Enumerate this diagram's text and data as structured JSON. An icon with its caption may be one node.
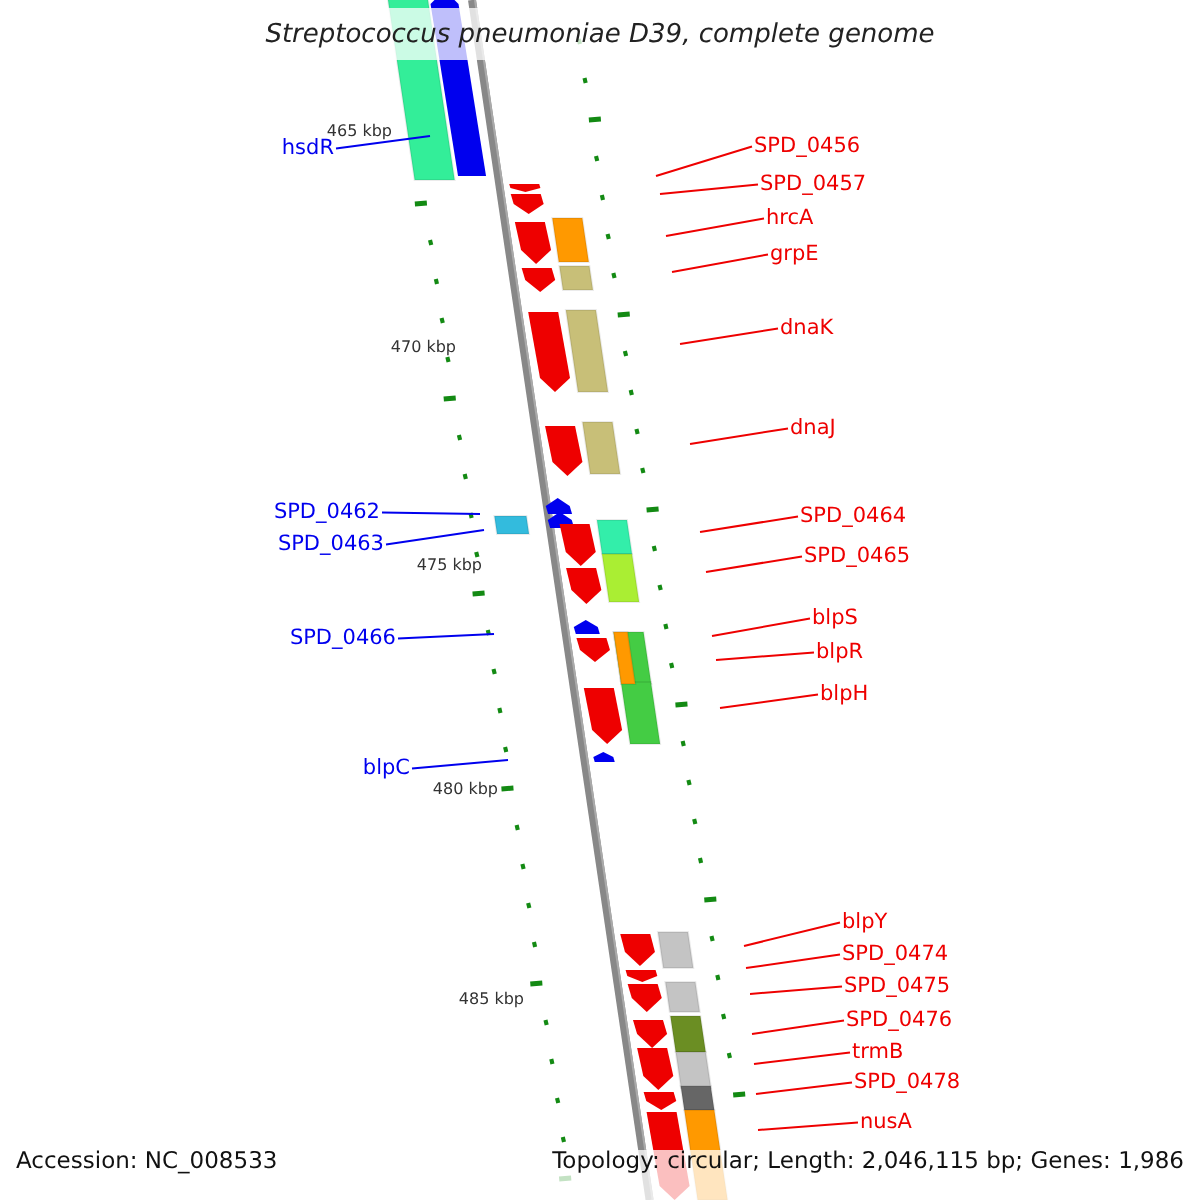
{
  "diagram": {
    "title": "Streptococcus pneumoniae D39, complete genome",
    "nodes": [
      {
        "text": [
          "hsdR"
        ]
      },
      {
        "text": [
          "SPD_0456"
        ]
      },
      {
        "text": [
          "SPD_0457"
        ]
      },
      {
        "text": [
          "hrcA"
        ]
      },
      {
        "text": [
          "grpE"
        ]
      },
      {
        "text": [
          "dnaK"
        ]
      },
      {
        "text": [
          "dnaJ"
        ]
      },
      {
        "text": [
          "SPD_0462"
        ]
      },
      {
        "text": [
          "SPD_0463"
        ]
      },
      {
        "text": [
          "SPD_0464"
        ]
      },
      {
        "text": [
          "SPD_0465"
        ]
      },
      {
        "text": [
          "SPD_0466"
        ]
      },
      {
        "text": [
          "blpS"
        ]
      },
      {
        "text": [
          "blpR"
        ]
      },
      {
        "text": [
          "blpH"
        ]
      },
      {
        "text": [
          "blpC"
        ]
      },
      {
        "text": [
          "blpY"
        ]
      },
      {
        "text": [
          "SPD_0474"
        ]
      },
      {
        "text": [
          "SPD_0475"
        ]
      },
      {
        "text": [
          "SPD_0476"
        ]
      },
      {
        "text": [
          "trmB"
        ]
      },
      {
        "text": [
          "SPD_0478"
        ]
      },
      {
        "text": [
          "nusA"
        ]
      }
    ],
    "edges": [
      {
        "from": 0,
        "to": null,
        "arrow": "none",
        "color": "#0000ee"
      },
      {
        "from": 1,
        "to": null,
        "arrow": "none"
      },
      {
        "from": 2,
        "to": null,
        "arrow": "none"
      },
      {
        "from": 3,
        "to": null,
        "arrow": "none"
      },
      {
        "from": 4,
        "to": null,
        "arrow": "none"
      },
      {
        "from": 5,
        "to": null,
        "arrow": "none"
      },
      {
        "from": 6,
        "to": null,
        "arrow": "none"
      },
      {
        "from": 7,
        "to": null,
        "arrow": "none",
        "color": "#0000ee"
      },
      {
        "from": 8,
        "to": null,
        "arrow": "none",
        "color": "#0000ee"
      },
      {
        "from": 9,
        "to": null,
        "arrow": "none"
      },
      {
        "from": 10,
        "to": null,
        "arrow": "none"
      },
      {
        "from": 11,
        "to": null,
        "arrow": "none",
        "color": "#0000ee"
      },
      {
        "from": 12,
        "to": null,
        "arrow": "none"
      },
      {
        "from": 13,
        "to": null,
        "arrow": "none"
      },
      {
        "from": 14,
        "to": null,
        "arrow": "none"
      },
      {
        "from": 15,
        "to": null,
        "arrow": "none",
        "color": "#0000ee"
      },
      {
        "from": 16,
        "to": null,
        "arrow": "none"
      },
      {
        "from": 17,
        "to": null,
        "arrow": "none"
      },
      {
        "from": 18,
        "to": null,
        "arrow": "none"
      },
      {
        "from": 19,
        "to": null,
        "arrow": "none"
      },
      {
        "from": 20,
        "to": null,
        "arrow": "none"
      },
      {
        "from": 21,
        "to": null,
        "arrow": "none"
      },
      {
        "from": 22,
        "to": null,
        "arrow": "none"
      }
    ],
    "labels": [
      "465 kbp",
      "470 kbp",
      "475 kbp",
      "480 kbp",
      "485 kbp",
      "Accession: NC_008533",
      "Topology: circular; Length: 2,046,115 bp; Genes: 1,986"
    ]
  }
}
